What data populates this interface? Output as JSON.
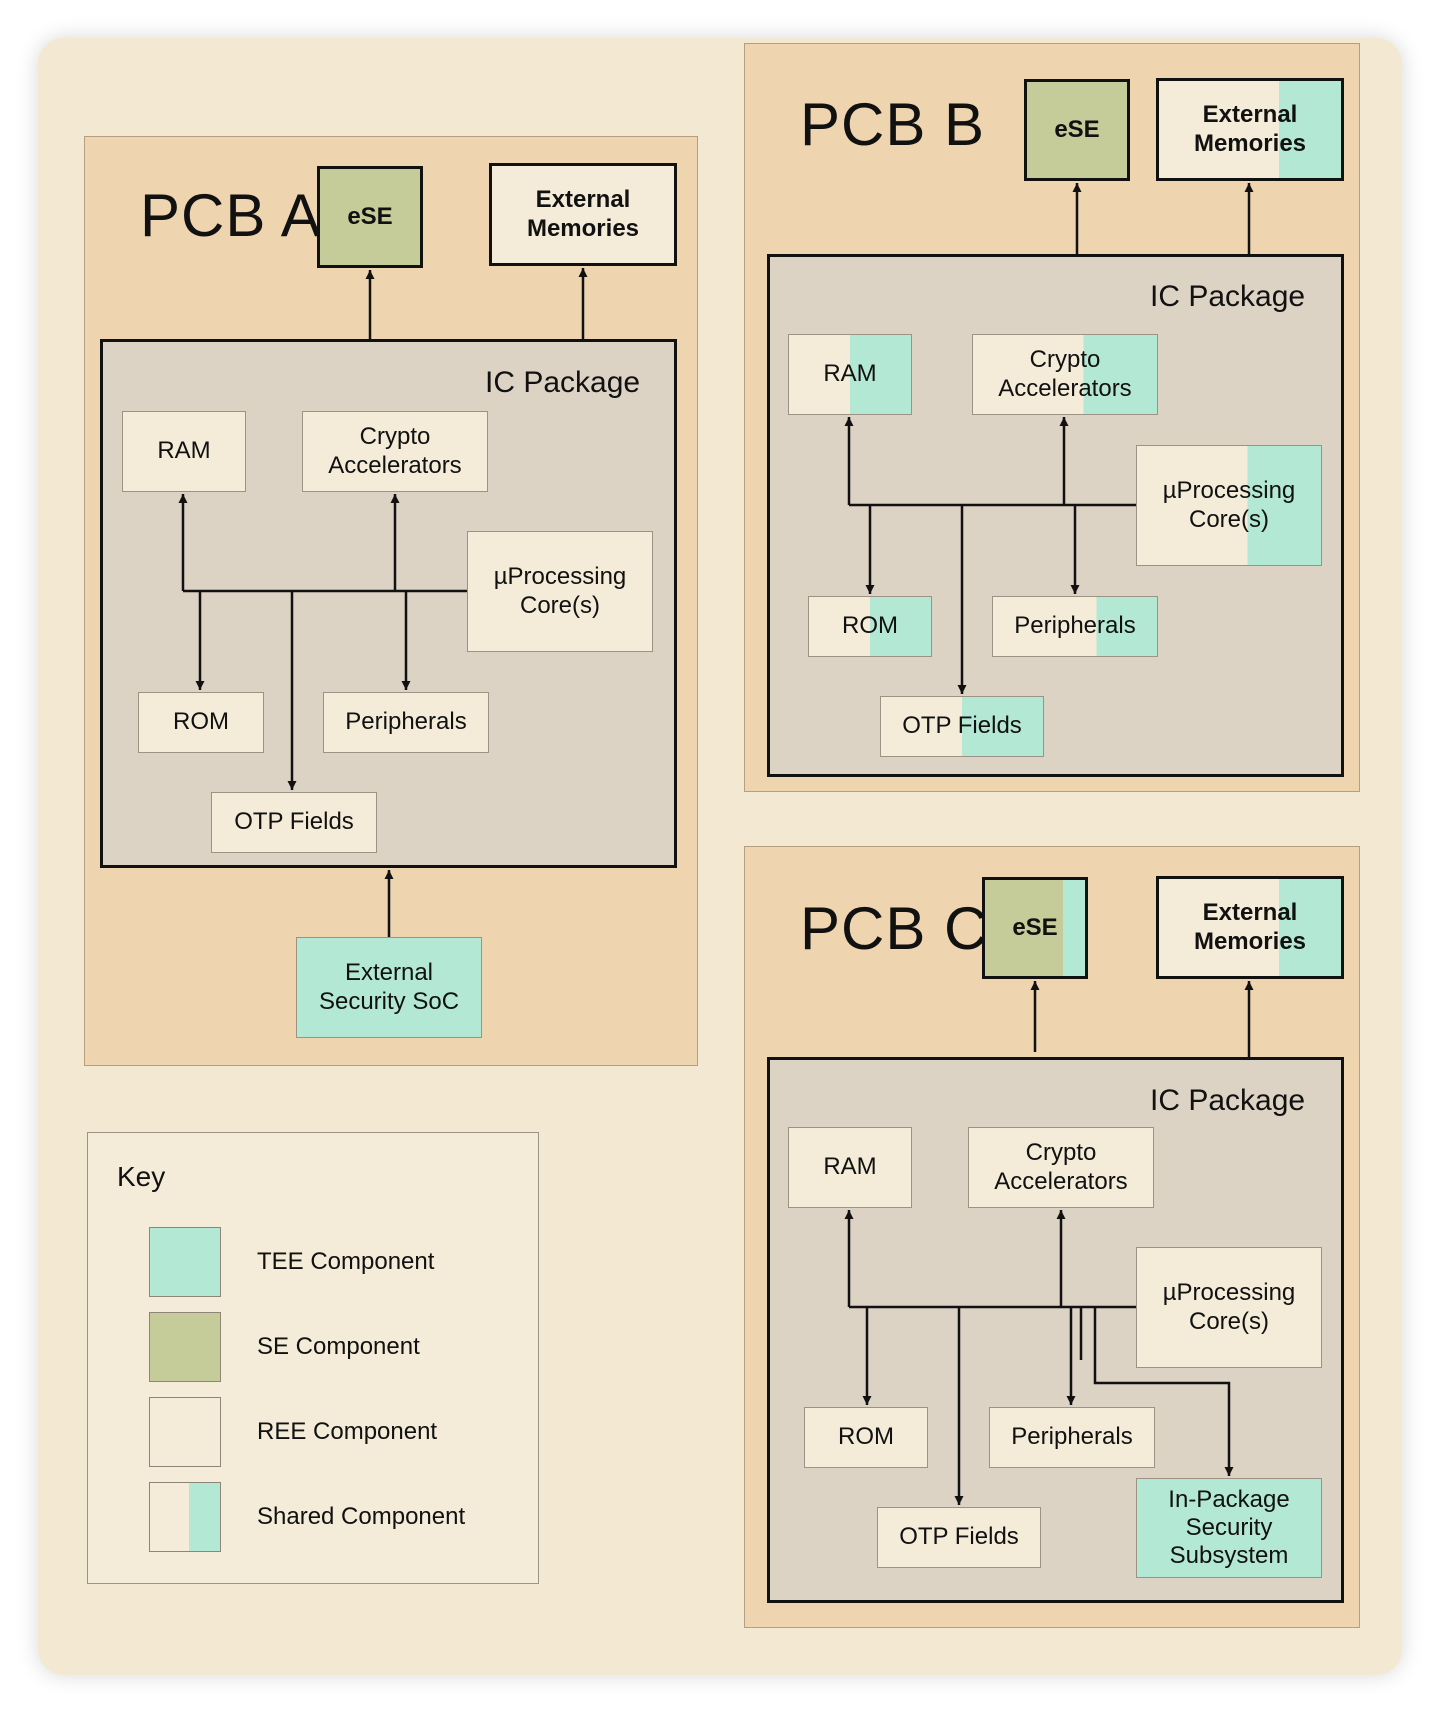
{
  "colors": {
    "background": "#f3e9d2",
    "pcb": "#efd4b0",
    "ic_package": "#ddd3c5",
    "tee": "#b3e8d5",
    "se": "#c6cc99",
    "ree": "#f4ecd9"
  },
  "pcb_a": {
    "title": "PCB A",
    "ese": "eSE",
    "external_memories": "External\nMemories",
    "ic_package": "IC Package",
    "ram": "RAM",
    "crypto": "Crypto\nAccelerators",
    "core": "µProcessing\nCore(s)",
    "rom": "ROM",
    "peripherals": "Peripherals",
    "otp": "OTP Fields",
    "external_soc": "External\nSecurity SoC"
  },
  "pcb_b": {
    "title": "PCB B",
    "ese": "eSE",
    "external_memories": "External\nMemories",
    "ic_package": "IC Package",
    "ram": "RAM",
    "crypto": "Crypto\nAccelerators",
    "core": "µProcessing\nCore(s)",
    "rom": "ROM",
    "peripherals": "Peripherals",
    "otp": "OTP Fields"
  },
  "pcb_c": {
    "title": "PCB C",
    "ese": "eSE",
    "external_memories": "External\nMemories",
    "ic_package": "IC Package",
    "ram": "RAM",
    "crypto": "Crypto\nAccelerators",
    "core": "µProcessing\nCore(s)",
    "rom": "ROM",
    "peripherals": "Peripherals",
    "otp": "OTP Fields",
    "in_package": "In-Package\nSecurity\nSubsystem"
  },
  "key": {
    "title": "Key",
    "items": [
      {
        "label": "TEE Component"
      },
      {
        "label": "SE Component"
      },
      {
        "label": "REE Component"
      },
      {
        "label": "Shared Component"
      }
    ]
  }
}
